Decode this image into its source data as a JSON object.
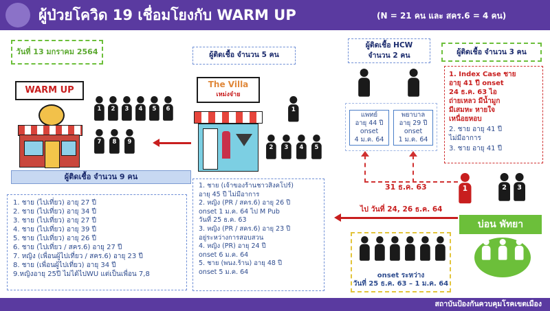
{
  "header": {
    "title": "ผู้ป่วยโควิด 19  เชื่อมโยงกับ WARM UP",
    "subtitle": "(N = 21 คน และ สคร.6 = 4 คน)"
  },
  "date_label": "วันที่ 13 มกราคม 2564",
  "warmup": {
    "sign": "WARM UP",
    "numbers": [
      "1",
      "2",
      "3",
      "4",
      "5",
      "6",
      "7",
      "8",
      "9"
    ],
    "count_label": "ผู้ติดเชื้อ  จำนวน 9 คน",
    "cases": [
      "1. ชาย (ไปเที่ยว) อายุ 27 ปี",
      "2. ชาย (ไปเที่ยว) อายุ 34 ปี",
      "3. ชาย (ไปเที่ยว) อายุ 27 ปี",
      "4. ชาย (ไปเที่ยว) อายุ 39 ปี",
      "5. ชาย (ไปเที่ยว) อายุ 26 ปี",
      "6. ชาย (ไปเที่ยว / สคร.6) อายุ 27 ปี",
      "7. หญิง (เพื่อนผู้ไปเที่ยว / สคร.6)  อายุ 23 ปี",
      "8. ชาย (เพื่อนผู้ไปเที่ยว) อายุ 34 ปี",
      "9.หญิงอายุ 25ปี ไม่ได้ไปWU แต่เป็นเพื่อน 7,8"
    ]
  },
  "villa": {
    "count_label": "ผู้ติดเชื้อ  จำนวน 5 คน",
    "sign": "The Villa",
    "sign_sub": "เหม่งจ๋าย",
    "numbers": [
      "1",
      "2",
      "3",
      "4",
      "5"
    ],
    "cases": [
      "1. ชาย (เจ้าของร้านชาวสิงคโปร์)",
      "อายุ 45 ปี ไม่มีอาการ",
      "2. หญิง (PR / สคร.6) อายุ 26 ปี",
      "onset 1 ม.ค. 64 ไป M Pub",
      "วันที่ 25 ธ.ค. 63",
      "3. หญิง (PR / สคร.6) อายุ 23  ปี",
      "อยู่ระหว่างการสอบสวน",
      "4. หญิง (PR) อายุ 24 ปี",
      "onset 6 ม.ค. 64",
      "5. ชาย (พนง.ร้าน) อายุ 48 ปี",
      "onset 5 ม.ค. 64"
    ]
  },
  "hcw": {
    "title": "ผู้ติดเชื้อ HCW",
    "subtitle": "จำนวน 2 คน",
    "doctor": [
      "แพทย์",
      "อายุ 44 ปี",
      "onset",
      "4 ม.ค. 64"
    ],
    "nurse": [
      "พยาบาล",
      "อายุ 29 ปี",
      "onset",
      "1 ม.ค. 64"
    ],
    "date": "31 ธ.ค. 63"
  },
  "index": {
    "title": "ผู้ติดเชื้อ  จำนวน 3 คน",
    "case1": [
      "1.  Index Case ชาย",
      "อายุ 41 ปี onset",
      "24 ธ.ค. 63 ไอ",
      "ถ่ายเหลว มีน้ำมูก",
      "มีเสมหะ หายใจ",
      "เหนื่อยหอบ"
    ],
    "case2": [
      "2.  ชาย อายุ 41 ปี",
      "ไม่มีอาการ"
    ],
    "case3": "3.  ชาย อายุ 41 ปี",
    "numbers": [
      "1",
      "2",
      "3"
    ]
  },
  "pattaya": {
    "label": "บ่อน พัทยา",
    "arrow_text": "ไป วันที่ 24, 26 ธ.ค. 64",
    "onset_label": "onset ระหว่าง",
    "onset_range": "วันที่ 25 ธ.ค. 63 – 1 ม.ค. 64"
  },
  "footer": "สถาบันป้องกันควบคุมโรคเขตเมือง",
  "colors": {
    "purple": "#5a3aa0",
    "red": "#c81e1e",
    "green": "#6cbf3a",
    "blue": "#2d4b8e"
  }
}
